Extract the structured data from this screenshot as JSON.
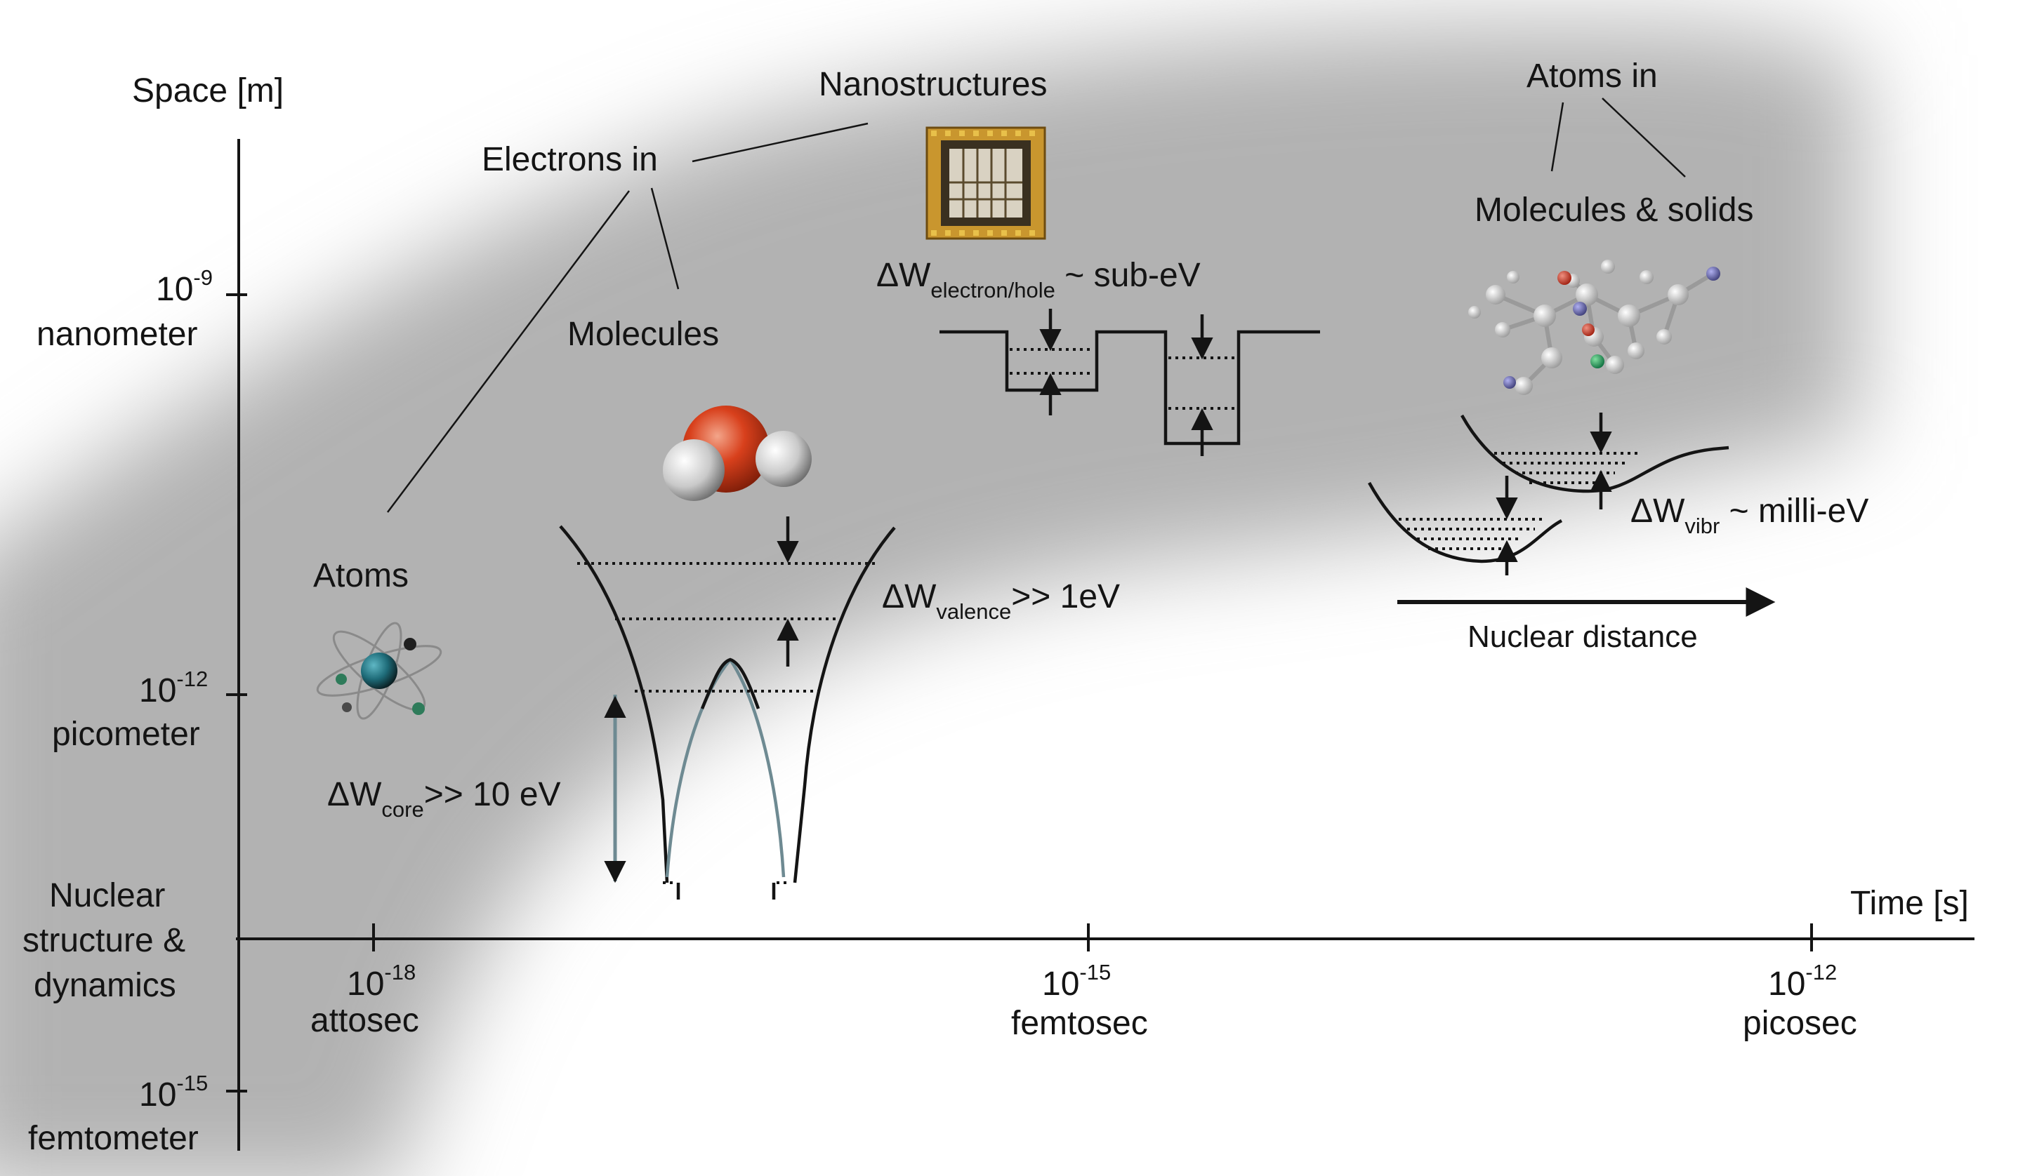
{
  "axes": {
    "y_title": "Space [m]",
    "x_title": "Time [s]",
    "y_ticks": [
      {
        "exp": "10",
        "pow": "-9",
        "name": "nanometer"
      },
      {
        "exp": "10",
        "pow": "-12",
        "name": "picometer"
      },
      {
        "exp": "10",
        "pow": "-15",
        "name": "femtometer"
      }
    ],
    "y_bottom_label": [
      "Nuclear",
      "structure &",
      "dynamics"
    ],
    "x_ticks": [
      {
        "exp": "10",
        "pow": "-18",
        "name": "attosec"
      },
      {
        "exp": "10",
        "pow": "-15",
        "name": "femtosec"
      },
      {
        "exp": "10",
        "pow": "-12",
        "name": "picosec"
      }
    ]
  },
  "labels": {
    "electrons_in": "Electrons in",
    "nanostructures": "Nanostructures",
    "molecules": "Molecules",
    "atoms": "Atoms",
    "atoms_in": "Atoms in",
    "molecules_solids": "Molecules & solids",
    "nuclear_distance": "Nuclear distance"
  },
  "energies": {
    "core": {
      "prefix": "ΔW",
      "sub": "core",
      "suffix": ">> 10 eV"
    },
    "valence": {
      "prefix": "ΔW",
      "sub": "valence",
      "suffix": ">> 1eV"
    },
    "electron_hole": {
      "prefix": "ΔW",
      "sub": "electron/hole",
      "suffix": " ~ sub-eV"
    },
    "vibr": {
      "prefix": "ΔW",
      "sub": "vibr",
      "suffix": " ~ milli-eV"
    }
  },
  "colors": {
    "ink": "#141414",
    "shade": "#a8a8a8",
    "oxygen": "#d8401c",
    "hydrogen": "#cfcfcf",
    "chip_gold": "#c9962e",
    "atom_core": "#1e6b78"
  }
}
